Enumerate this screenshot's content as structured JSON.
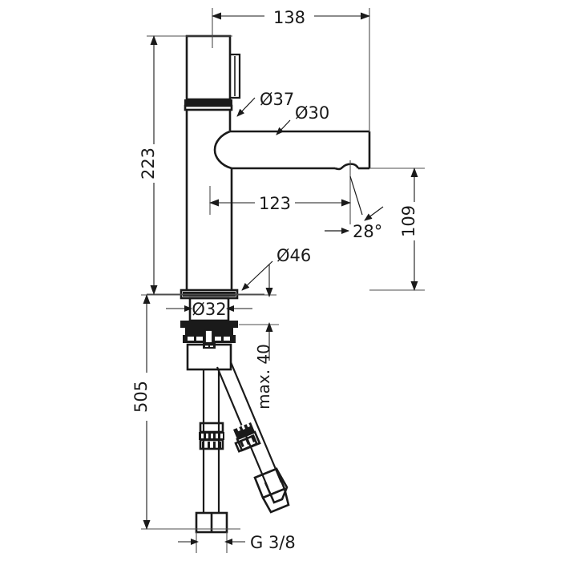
{
  "drawing": {
    "title": "Single lever basin mixer technical dimension drawing",
    "units": "mm",
    "line_color": "#1a1a1a",
    "dimension_color": "#4d4d4d",
    "background": "#ffffff"
  },
  "dimensions": {
    "spout_reach_total": "138",
    "height_to_spout_top": "223",
    "spout_projection": "123",
    "spout_outlet_height": "109",
    "spout_angle": "28°",
    "handle_diameter": "Ø37",
    "spout_diameter": "Ø30",
    "base_flange_diameter": "Ø46",
    "shank_diameter": "Ø32",
    "max_counter_thickness": "max. 40",
    "total_length": "505",
    "connection_thread": "G 3/8"
  },
  "labels": [
    {
      "id": "dim-138",
      "text": "138",
      "kind": "linear-horizontal"
    },
    {
      "id": "dim-223",
      "text": "223",
      "kind": "linear-vertical"
    },
    {
      "id": "dim-123",
      "text": "123",
      "kind": "linear-horizontal"
    },
    {
      "id": "dim-109",
      "text": "109",
      "kind": "linear-vertical"
    },
    {
      "id": "dim-28",
      "text": "28°",
      "kind": "angular"
    },
    {
      "id": "dim-d37",
      "text": "Ø37",
      "kind": "diameter-leader"
    },
    {
      "id": "dim-d30",
      "text": "Ø30",
      "kind": "diameter-leader"
    },
    {
      "id": "dim-d46",
      "text": "Ø46",
      "kind": "diameter-leader"
    },
    {
      "id": "dim-d32",
      "text": "Ø32",
      "kind": "diameter-linear"
    },
    {
      "id": "dim-max40",
      "text": "max. 40",
      "kind": "linear-vertical"
    },
    {
      "id": "dim-505",
      "text": "505",
      "kind": "linear-vertical"
    },
    {
      "id": "dim-g38",
      "text": "G 3/8",
      "kind": "thread-note"
    }
  ]
}
